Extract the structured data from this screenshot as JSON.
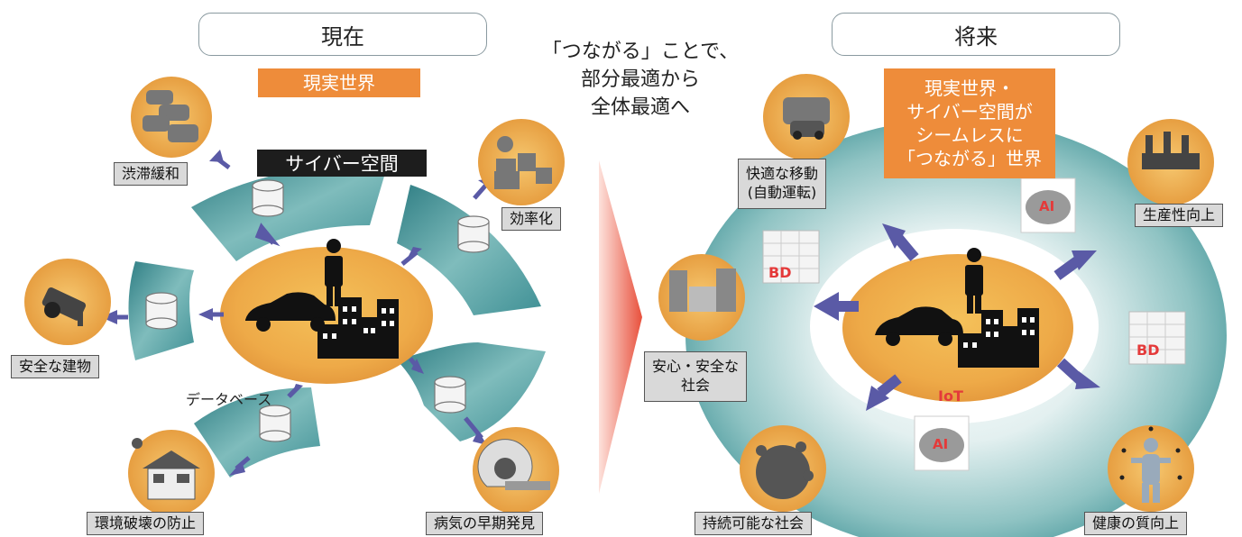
{
  "left": {
    "header": "現在",
    "real_world": "現実世界",
    "cyber_space": "サイバー空間",
    "database_label": "データベース",
    "labels": {
      "congestion": "渋滞緩和",
      "efficiency": "効率化",
      "safe_building": "安全な建物",
      "environment": "環境破壊の防止",
      "disease": "病気の早期発見"
    }
  },
  "center": {
    "line1": "「つながる」ことで、",
    "line2": "部分最適から",
    "line3": "全体最適へ"
  },
  "right": {
    "header": "将来",
    "seamless_line1": "現実世界・",
    "seamless_line2": "サイバー空間が",
    "seamless_line3": "シームレスに",
    "seamless_line4": "「つながる」世界",
    "iot": "IoT",
    "ai": "AI",
    "bd": "BD",
    "labels": {
      "mobility_line1": "快適な移動",
      "mobility_line2": "(自動運転)",
      "productivity": "生産性向上",
      "safe_society_line1": "安心・安全な",
      "safe_society_line2": "社会",
      "sustainable": "持続可能な社会",
      "health": "健康の質向上"
    }
  },
  "colors": {
    "orange": "#ee8c3a",
    "teal": "#3a8f94",
    "arrow": "#5a5aa6",
    "red_text": "#e43a3a",
    "chevron": "#e85a48"
  }
}
